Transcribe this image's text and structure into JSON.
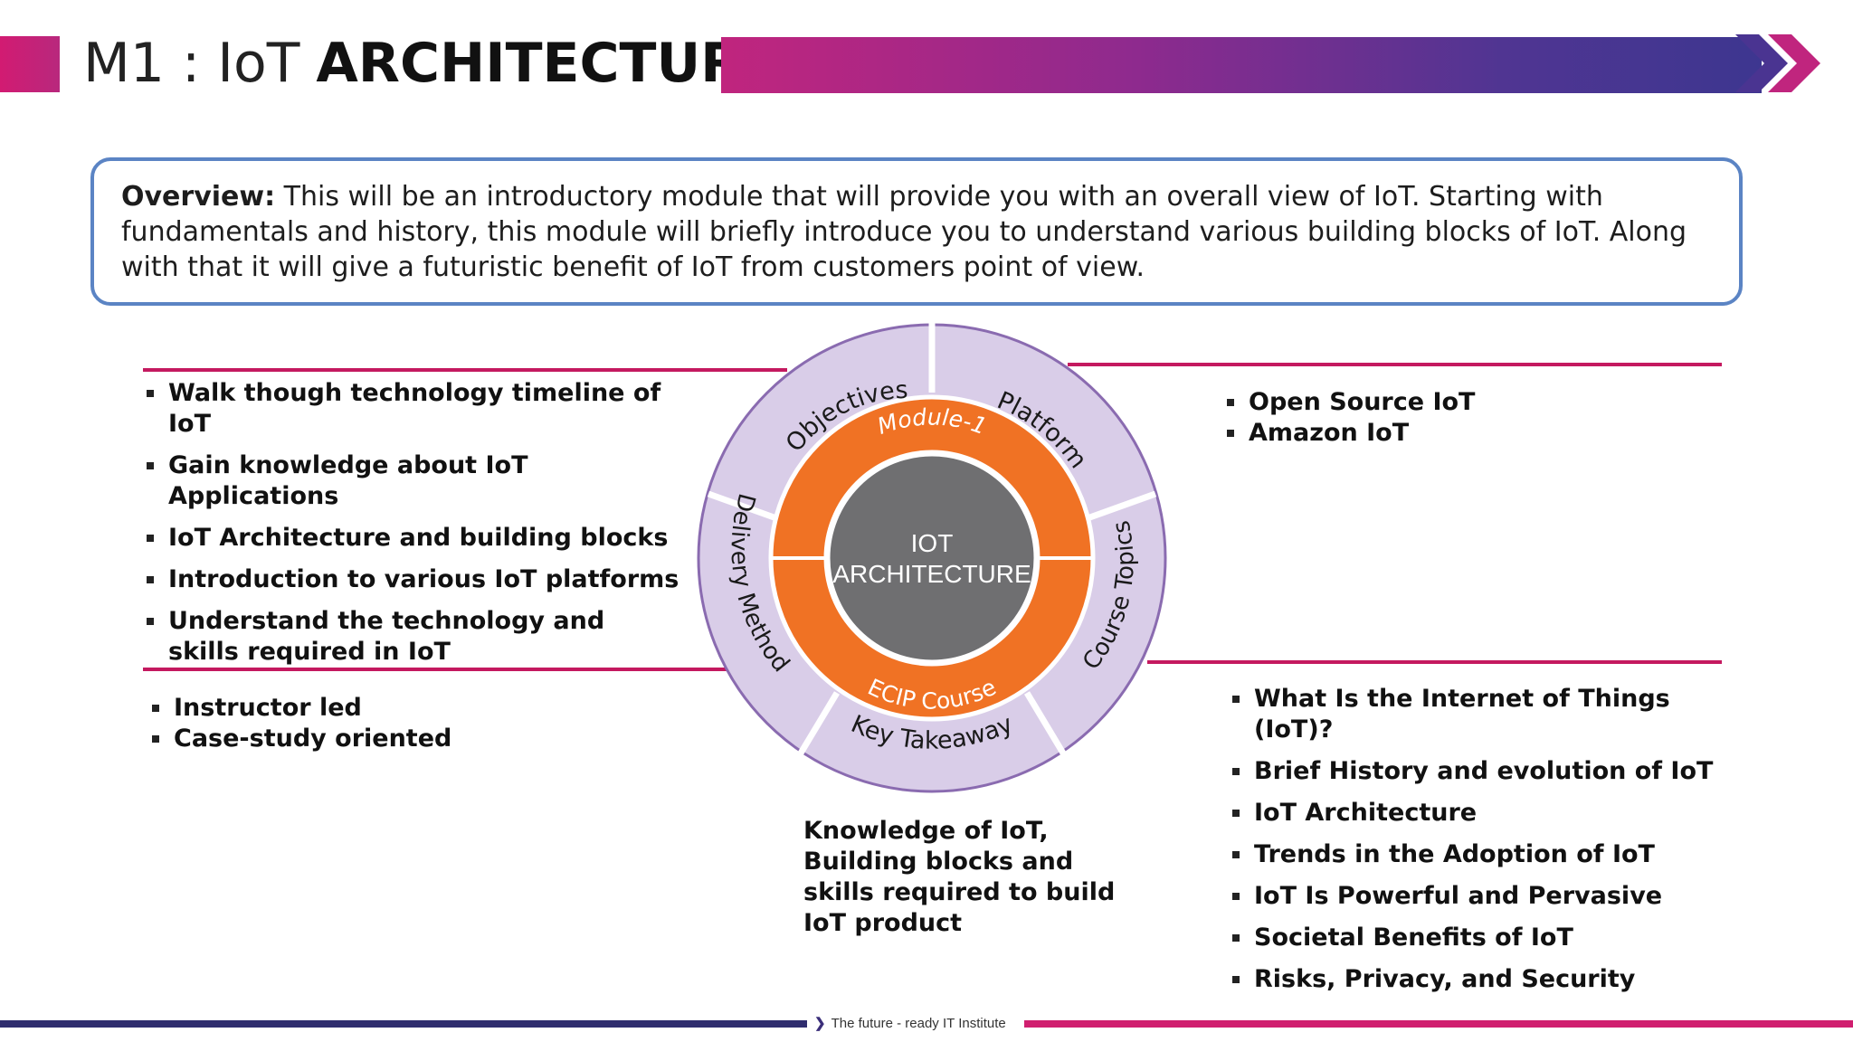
{
  "header": {
    "title_prefix": "M1 : IoT",
    "title_main": "ARCHITECTURE"
  },
  "overview": {
    "label": "Overview:",
    "text": "This will be an introductory module that will provide you with an overall view of IoT. Starting with fundamentals and history, this module will briefly introduce you to understand various building blocks of IoT. Along with that it will give a futuristic benefit of IoT from customers point of view."
  },
  "diagram": {
    "center_line1": "IOT",
    "center_line2": "ARCHITECTURE",
    "ring_top": "Module-1",
    "ring_bottom": "ECIP Course",
    "segments": {
      "objectives": "Objectives",
      "platform": "Platform",
      "course_topics": "Course Topics",
      "key_takeaway": "Key Takeaway",
      "delivery_method": "Delivery Method"
    },
    "colors": {
      "outer_ring": "#d9cde8",
      "outer_border": "#8a6bb0",
      "middle_ring": "#f07224",
      "center": "#6f6f71"
    }
  },
  "objectives": [
    "Walk though technology timeline of IoT",
    "Gain knowledge about IoT Applications",
    "IoT Architecture and building blocks",
    "Introduction to various IoT platforms",
    "Understand the technology and skills required in IoT"
  ],
  "platforms": [
    "Open Source IoT",
    "Amazon IoT"
  ],
  "delivery_methods": [
    "Instructor led",
    "Case-study oriented"
  ],
  "course_topics": [
    "What Is the Internet of Things (IoT)?",
    "Brief History and evolution of IoT",
    "IoT Architecture",
    "Trends in the Adoption of IoT",
    "IoT Is Powerful and Pervasive",
    "Societal Benefits of IoT",
    "Risks, Privacy, and Security"
  ],
  "key_takeaway": "Knowledge of IoT, Building blocks and skills required to build IoT product",
  "footer": {
    "tagline": "The future - ready IT Institute"
  }
}
